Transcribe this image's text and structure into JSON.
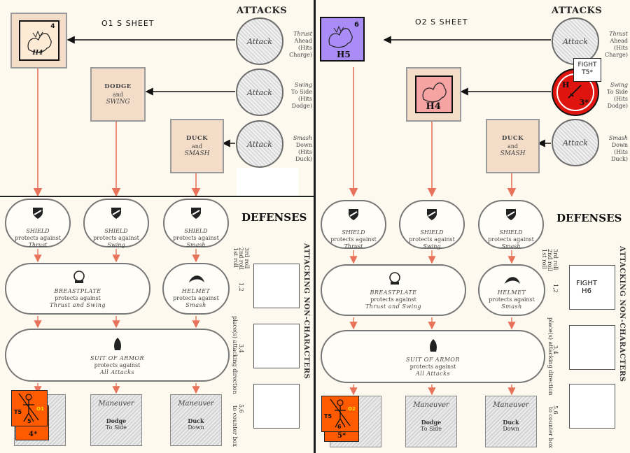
{
  "sheets": [
    {
      "title": "O1   S        SHEET",
      "attacks_header": "ATTACKS",
      "defenses_header": "DEFENSES",
      "attacks": [
        {
          "label": "Attack",
          "line1": "Thrust",
          "line2": "Ahead",
          "line3": "(Hits Charge)"
        },
        {
          "label": "Attack",
          "line1": "Swing",
          "line2": "To Side",
          "line3": "(Hits Dodge)"
        },
        {
          "label": "Attack",
          "line1": "Smash",
          "line2": "Down",
          "line3": "(Hits Duck)"
        }
      ],
      "boxes": {
        "dodge_a": "DODGE",
        "and": "and",
        "dodge_b": "SWING",
        "duck_a": "DUCK",
        "duck_b": "SMASH"
      },
      "shields": [
        {
          "name": "SHIELD",
          "protects": "protects against",
          "target": "Thrust"
        },
        {
          "name": "SHIELD",
          "protects": "protects against",
          "target": "Swing"
        },
        {
          "name": "SHIELD",
          "protects": "protects against",
          "target": "Smash"
        }
      ],
      "breastplate": {
        "name": "BREASTPLATE",
        "protects": "protects against",
        "target": "Thrust and Swing"
      },
      "helmet": {
        "name": "HELMET",
        "protects": "protects against",
        "target": "Smash"
      },
      "armor": {
        "name": "SUIT OF ARMOR",
        "protects": "protects against",
        "target": "All Attacks"
      },
      "maneuvers": [
        {
          "label": "Maneuver",
          "action": "Dodge",
          "dir": "To Side"
        },
        {
          "label": "Maneuver",
          "action": "Duck",
          "dir": "Down"
        }
      ],
      "counters": {
        "monster": {
          "top": "4",
          "bottom": "H4",
          "color": "#fdebd6"
        },
        "character": {
          "t": "T5",
          "o": "O1",
          "n": "5",
          "back": "4*",
          "color": "#ff5a00"
        }
      }
    },
    {
      "title": "O2 S        SHEET",
      "attacks_header": "ATTACKS",
      "defenses_header": "DEFENSES",
      "attacks": [
        {
          "label": "Attack",
          "line1": "Thrust",
          "line2": "Ahead",
          "line3": "(Hits Charge)"
        },
        {
          "label": "",
          "line1": "Swing",
          "line2": "To Side",
          "line3": "(Hits Dodge)"
        },
        {
          "label": "Attack",
          "line1": "Smash",
          "line2": "Down",
          "line3": "(Hits Duck)"
        }
      ],
      "boxes": {
        "dodge_a": "",
        "and": "",
        "dodge_b": "",
        "duck_a": "DUCK",
        "duck_b": "SMASH"
      },
      "shields": [
        {
          "name": "SHIELD",
          "protects": "protects against",
          "target": "Thrust"
        },
        {
          "name": "SHIELD",
          "protects": "protects against",
          "target": "Swing"
        },
        {
          "name": "SHIELD",
          "protects": "protects against",
          "target": "Smash"
        }
      ],
      "breastplate": {
        "name": "BREASTPLATE",
        "protects": "protects against",
        "target": "Thrust and Swing"
      },
      "helmet": {
        "name": "HELMET",
        "protects": "protects against",
        "target": "Smash"
      },
      "armor": {
        "name": "SUIT OF ARMOR",
        "protects": "protects against",
        "target": "All Attacks"
      },
      "maneuvers": [
        {
          "label": "Maneuver",
          "action": "Dodge",
          "dir": "To Side"
        },
        {
          "label": "Maneuver",
          "action": "Duck",
          "dir": "Down"
        }
      ],
      "counters": {
        "monster_top": {
          "top": "6",
          "bottom": "H5",
          "color": "#a98cf6"
        },
        "monster_mid": {
          "bottom": "H4",
          "color": "#f5a3a3"
        },
        "red_chit": {
          "h": "H",
          "n": "3*",
          "color": "#e0140f"
        },
        "fight_attack": {
          "line1": "FIGHT",
          "line2": "T5*"
        },
        "fight_roll": {
          "line1": "FIGHT",
          "line2": "H6"
        },
        "character": {
          "t": "T5",
          "o": "O2",
          "n": "6",
          "back": "5*",
          "color": "#ff5a00"
        }
      }
    }
  ],
  "roll_table": {
    "header": "ATTACKING NON-CHARACTERS",
    "rolls": [
      "1st roll",
      "2nd roll",
      "3rd roll"
    ],
    "row1": "1,2",
    "row2": "3,4",
    "row3": "5,6",
    "note1": "place(s) attacking direction",
    "note2": "to counter box"
  },
  "colors": {
    "box_fill": "#f3dcc8",
    "arrow": "#e8735a",
    "character": "#ff5a00",
    "red_chit": "#e0140f"
  }
}
